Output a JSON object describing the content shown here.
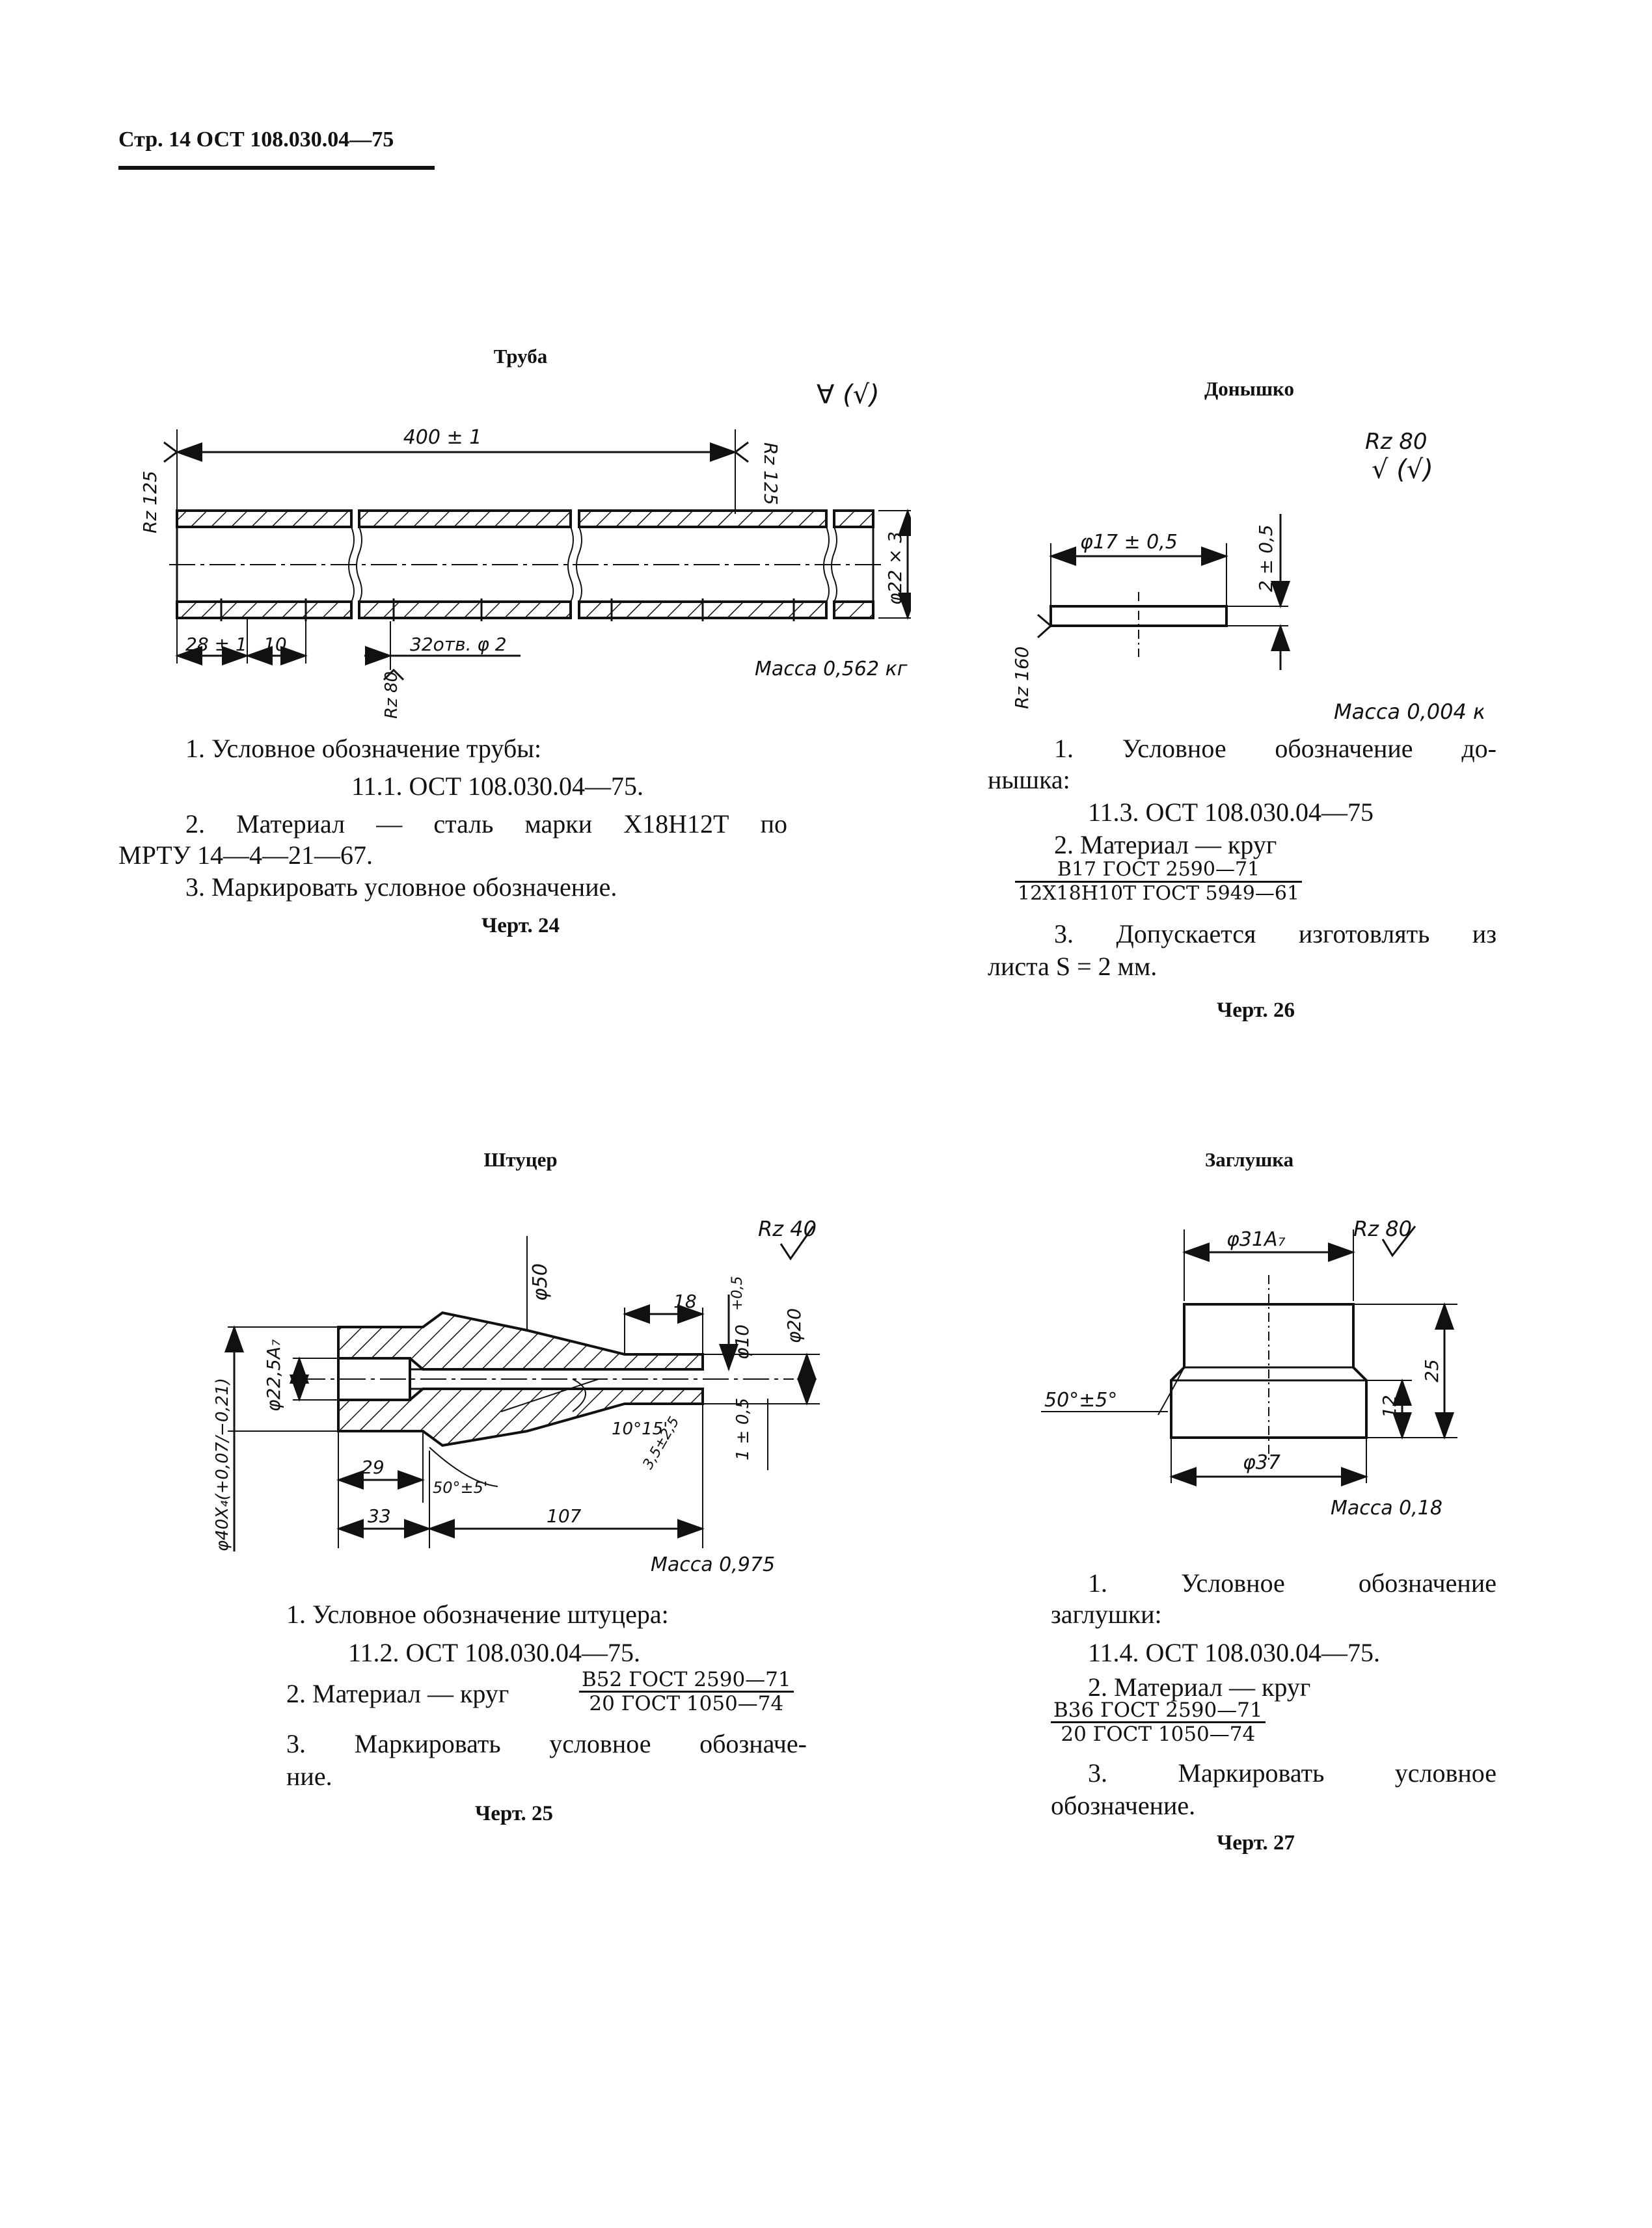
{
  "header": {
    "text": "Стр. 14   ОСТ 108.030.04—75"
  },
  "truba": {
    "title": "Труба",
    "roughness_general": "∀ (√)",
    "dims": {
      "length": "400 ± 1",
      "rz_left": "Rz 125",
      "rz_right": "Rz 125",
      "diam": "φ22 × 3",
      "d28": "28 ± 1",
      "d10": "10",
      "holes": "32отв. φ 2",
      "rz_bottom": "Rz 80"
    },
    "mass": "Масса 0,562 кг",
    "notes": [
      "1. Условное обозначение трубы:",
      "11.1. ОСТ 108.030.04—75.",
      "2. Материал — сталь марки Х18Н12Т по",
      "МРТУ 14—4—21—67.",
      "3. Маркировать условное обозначение."
    ],
    "caption": "Черт. 24"
  },
  "donyshko": {
    "title": "Донышко",
    "rz": "Rz 80",
    "roughness_general": "√ (√)",
    "dims": {
      "diam": "φ17 ± 0,5",
      "thick": "2 ± 0,5",
      "rz_left": "Rz 160"
    },
    "mass": "Масса 0,004 кг",
    "notes": [
      "1. Условное обозначение до-",
      "нышка:",
      "11.3. ОСТ 108.030.04—75",
      "2. Материал — круг"
    ],
    "material_num": "В17 ГОСТ 2590—71",
    "material_den": "12Х18Н10Т ГОСТ 5949—61",
    "notes2": [
      "3. Допускается изготовлять из",
      "листа S = 2 мм."
    ],
    "caption": "Черт. 26"
  },
  "shtutser": {
    "title": "Штуцер",
    "rz": "Rz 40",
    "dims": {
      "d50": "φ50",
      "d18": "18",
      "d10": "φ10",
      "d10_tol": "+0,5",
      "d20": "φ20",
      "d225": "φ22,5А₇",
      "angle": "10°15'",
      "d1": "1 ± 0,5",
      "chamfer": "3,5±2,5",
      "d40": "φ40Х₄(+0,07/−0,21)",
      "d29": "29",
      "angle2": "50°±5'",
      "d33": "33",
      "d107": "107"
    },
    "mass": "Масса 0,975",
    "notes": [
      "1. Условное обозначение штуцера:",
      "11.2. ОСТ 108.030.04—75.",
      "2. Материал — круг"
    ],
    "material_num": "В52 ГОСТ 2590—71",
    "material_den": "20 ГОСТ 1050—74",
    "notes2": [
      "3. Маркировать условное обозначе-",
      "ние."
    ],
    "caption": "Черт. 25"
  },
  "zaglushka": {
    "title": "Заглушка",
    "rz": "Rz 80",
    "dims": {
      "d31": "φ31А₇",
      "d25": "25",
      "d12": "12",
      "angle": "50°±5°",
      "d37": "φ37"
    },
    "mass": "Масса 0,18",
    "notes": [
      "1. Условное обозначение",
      "заглушки:",
      "11.4. ОСТ 108.030.04—75.",
      "2. Материал — круг"
    ],
    "material_num": "В36 ГОСТ 2590—71",
    "material_den": "20 ГОСТ 1050—74",
    "notes2": [
      "3. Маркировать условное",
      "обозначение."
    ],
    "caption": "Черт. 27"
  }
}
